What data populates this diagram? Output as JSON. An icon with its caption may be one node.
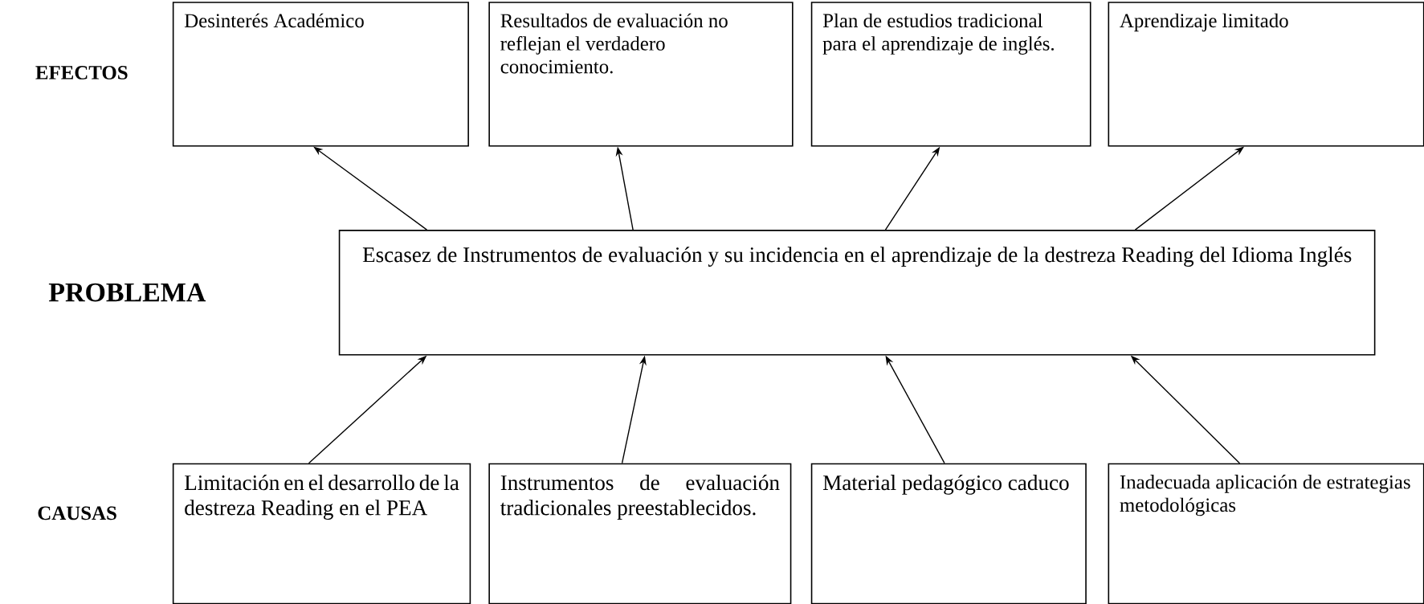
{
  "diagram": {
    "nodes": [
      {
        "text": [
          "Desinterés Académico"
        ]
      },
      {
        "text": [
          "Resultados de evaluación no reflejan el verdadero conocimiento."
        ]
      },
      {
        "text": [
          "Plan de estudios tradicional para el aprendizaje de inglés."
        ]
      },
      {
        "text": [
          "Aprendizaje limitado"
        ]
      },
      {
        "text": [
          "Escasez de Instrumentos de evaluación y su incidencia en el aprendizaje de la destreza Reading del Idioma Inglés"
        ]
      },
      {
        "text": [
          "Limitación en el desarrollo de la destreza Reading en el PEA"
        ]
      },
      {
        "text": [
          "Instrumentos de evaluación tradicionales preestablecidos."
        ]
      },
      {
        "text": [
          "Material pedagógico caduco"
        ]
      },
      {
        "text": [
          "Inadecuada aplicación de estrategias metodológicas"
        ]
      }
    ],
    "edges": [
      {
        "from": 4,
        "to": 0,
        "arrow": "to"
      },
      {
        "from": 4,
        "to": 1,
        "arrow": "to"
      },
      {
        "from": 4,
        "to": 2,
        "arrow": "to"
      },
      {
        "from": 4,
        "to": 3,
        "arrow": "to"
      },
      {
        "from": 5,
        "to": 4,
        "arrow": "to"
      },
      {
        "from": 6,
        "to": 4,
        "arrow": "to"
      },
      {
        "from": 7,
        "to": 4,
        "arrow": "to"
      },
      {
        "from": 8,
        "to": 4,
        "arrow": "to"
      }
    ],
    "labels": [
      "EFECTOS",
      "PROBLEMA",
      "CAUSAS"
    ]
  }
}
